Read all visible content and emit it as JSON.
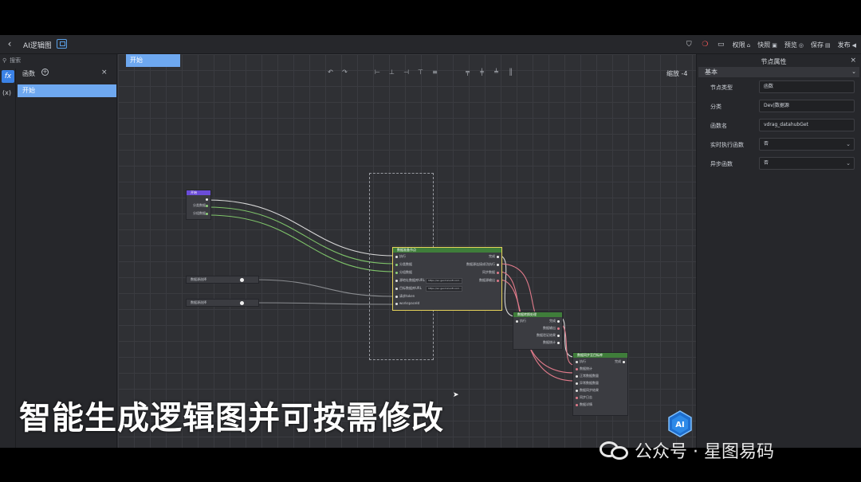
{
  "topbar": {
    "title": "AI逻辑图",
    "actions": [
      {
        "label": "权限",
        "glyph": "⌂"
      },
      {
        "label": "快照",
        "glyph": "▣"
      },
      {
        "label": "预览",
        "glyph": "◎"
      },
      {
        "label": "保存",
        "glyph": "▤"
      },
      {
        "label": "发布",
        "glyph": "◀"
      }
    ]
  },
  "leftbar": {
    "search_placeholder": "搜索",
    "fx_label": "fx",
    "var_label": "(x)",
    "section_title": "函数",
    "items": [
      "开始"
    ]
  },
  "canvas": {
    "tab": "开始",
    "zoom_label": "缩放 -4",
    "nodes": {
      "start": {
        "title": "开始",
        "rows": [
          "",
          "分类数据",
          "分组数据"
        ]
      },
      "select1": {
        "label": "数据源选择"
      },
      "select2": {
        "label": "数据源选择"
      },
      "main": {
        "title": "数据准备节点",
        "rows_left": [
          "执行",
          "分类数据",
          "分组数据",
          "源地址数据库URL",
          "目标数据库URL",
          "请求token",
          "workspaceId"
        ],
        "rows_right": [
          "完成",
          "数据源连接成功执行",
          "同步数据",
          "数据源输出"
        ],
        "url1": "https://ac.geomicsoft.com...",
        "url2": "https://ac.geomicsoft.com..."
      },
      "merge": {
        "title": "数据转换处理",
        "rows_left": [
          "执行"
        ],
        "rows_right": [
          "完成",
          "数据输出",
          "数据验证结果",
          "数据统计"
        ]
      },
      "final": {
        "title": "数据同步至目标库",
        "rows": [
          "执行",
          "数据统计",
          "正常数据数量",
          "异常数据数量",
          "数据同步结果",
          "同步日志",
          "数据详情"
        ],
        "out": "完成"
      }
    }
  },
  "rightbar": {
    "title": "节点属性",
    "section": "基本",
    "props": [
      {
        "label": "节点类型",
        "value": "函数",
        "dropdown": false
      },
      {
        "label": "分类",
        "value": "Dev|数据源",
        "dropdown": false
      },
      {
        "label": "函数名",
        "value": "vdrag_datahubGet",
        "dropdown": false
      },
      {
        "label": "实时执行函数",
        "value": "否",
        "dropdown": true
      },
      {
        "label": "异步函数",
        "value": "否",
        "dropdown": true
      }
    ]
  },
  "overlay": {
    "subtitle": "智能生成逻辑图并可按需修改",
    "watermark": "公众号 · 星图易码",
    "badge": "AI"
  },
  "colors": {
    "accent": "#6ea8f0",
    "node_purple": "#6a4cd9",
    "node_green": "#3f7d3a",
    "selected_border": "#e6d35a",
    "wire_green": "#7fc46a",
    "wire_pink": "#e07a8a"
  }
}
